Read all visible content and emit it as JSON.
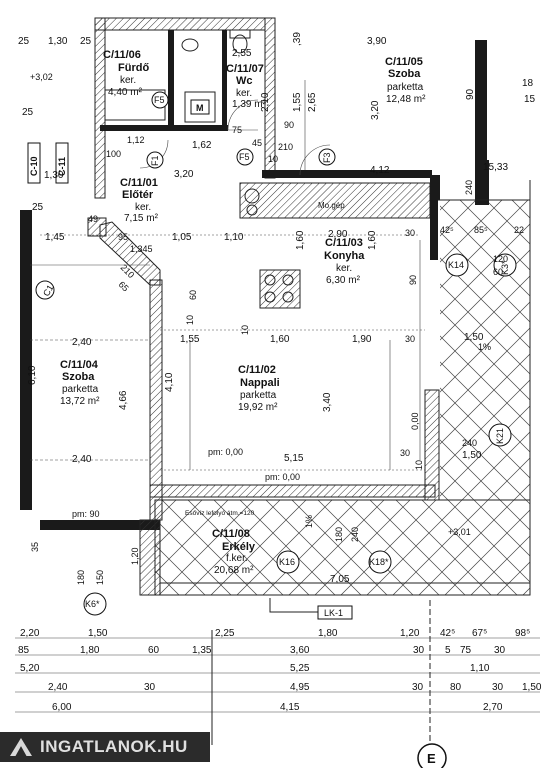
{
  "rooms": [
    {
      "id": "C/11/06",
      "name": "Fürdő",
      "floor": "ker.",
      "area": "4,40 m²"
    },
    {
      "id": "C/11/07",
      "name": "Wc",
      "floor": "ker.",
      "area": "1,39 m²"
    },
    {
      "id": "C/11/05",
      "name": "Szoba",
      "floor": "parketta",
      "area": "12,48 m²"
    },
    {
      "id": "C/11/01",
      "name": "Előtér",
      "floor": "ker.",
      "area": "7,15 m²"
    },
    {
      "id": "C/11/03",
      "name": "Konyha",
      "floor": "ker.",
      "area": "6,30 m²"
    },
    {
      "id": "C/11/04",
      "name": "Szoba",
      "floor": "parketta",
      "area": "13,72 m²"
    },
    {
      "id": "C/11/02",
      "name": "Nappali",
      "floor": "parketta",
      "area": "19,92 m²"
    },
    {
      "id": "C/11/08",
      "name": "Erkély",
      "floor": "f.ker.",
      "area": "20,68 m²"
    }
  ],
  "markers": {
    "section_c10": "C-10",
    "section_c11": "C-11",
    "k6": "K6*",
    "k14": "K14",
    "k16": "K16",
    "k18": "K18*",
    "k21": "K21",
    "k3": "K3*",
    "c1": "C1",
    "f1": "F1",
    "f3": "F3",
    "f5": "F5",
    "f5b": "F5",
    "m": "M",
    "lk1": "LK-1"
  },
  "annotations": {
    "pm1": "pm: 0,00",
    "pm2": "pm: 0,00",
    "pm3": "pm: 90",
    "drain": "Esővíz lefolyó átm.=120",
    "mosogep": "Mo.gép",
    "level_301": "+3,01",
    "level_302": "+3,02",
    "pct1": "1%",
    "pct2": "1%"
  },
  "dimensions": {
    "top_25a": "25",
    "top_130": "1,30",
    "top_25b": "25",
    "top_390": "3,90",
    "top_255": "2,55",
    "top_39": ",39",
    "v_210a": "2,10",
    "v_155": "1,55",
    "v_265": "2,65",
    "v_320": "3,20",
    "v_90r": "90",
    "v_25l": "25",
    "d_112": "1,12",
    "d_100": "100",
    "d_162": "1,62",
    "d_75": "75",
    "d_45": "45",
    "d_90": "90",
    "d_210": "210",
    "d_10": "10",
    "d_130b": "1,30",
    "d_25c": "25",
    "d_320b": "3,20",
    "d_412": "4,12",
    "d_1533": "15,33",
    "d_240": "240",
    "d_145": "1,45",
    "d_95": "95",
    "d_1345": "1,345",
    "d_105": "1,05",
    "d_110": "1,10",
    "d_160a": "1,60",
    "d_290": "2,90",
    "d_160b": "1,60",
    "d_30a": "30",
    "d_425": "42⁵",
    "d_855": "85⁵",
    "d_22": "22",
    "d_49": "49",
    "d_65": "65",
    "d_210c": "210",
    "d_60": "60",
    "d_90b": "90",
    "d_120": "120",
    "d_60c": "60",
    "d_240b": "2,40",
    "d_10b": "10",
    "d_155": "1,55",
    "d_10c": "10",
    "d_160c": "1,60",
    "d_190": "1,90",
    "d_30b": "30",
    "d_150": "1,50",
    "d_610": "6,10",
    "d_466": "4,66",
    "d_410": "4,10",
    "d_340": "3,40",
    "d_000": "0,00",
    "d_240c": "240",
    "d_150b": "1,50",
    "d_240d": "2,40",
    "d_515": "5,15",
    "d_30c": "30",
    "d_10d": "10",
    "d_35": "35",
    "d_180": "180",
    "d_150c": "150",
    "d_120b": "1,20",
    "d_180b": "180",
    "d_240e": "240",
    "d_705": "7,05",
    "d_18": "18",
    "d_15": "15"
  },
  "dimension_rows": [
    [
      "2,20",
      "1,50",
      "2,25",
      "1,80",
      "1,20",
      "42⁵",
      "67⁵",
      "98⁵"
    ],
    [
      "85",
      "1,80",
      "60",
      "1,35",
      "3,60",
      "30",
      "5",
      "75",
      "30"
    ],
    [
      "5,20",
      "5,25",
      "1,10"
    ],
    [
      "2,40",
      "30",
      "4,95",
      "30",
      "80",
      "30",
      "1,50"
    ],
    [
      "6,00",
      "4,15",
      "2,70"
    ]
  ],
  "grid_letter": "E",
  "watermark": "INGATLANOK.HU",
  "colors": {
    "ink": "#1a1a1a",
    "paper": "#ffffff",
    "badge": "#2b2b2b"
  }
}
